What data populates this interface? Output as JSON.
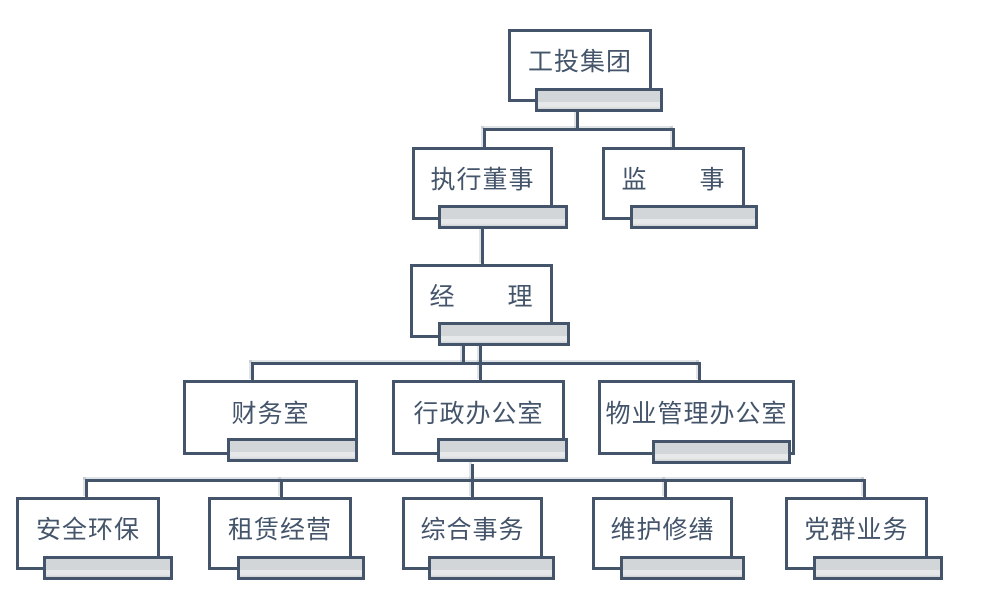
{
  "diagram": {
    "type": "org-chart",
    "colors": {
      "line": "#44546a",
      "text": "#44546a",
      "box_fill": "#ffffff",
      "bar_fill": "#d3d6d9",
      "bar_highlight": "#e7e8ea"
    },
    "nodes": [
      {
        "id": "gongtou-group",
        "label": "工投集团",
        "parent": null
      },
      {
        "id": "executive-director",
        "label": "执行董事",
        "parent": "gongtou-group"
      },
      {
        "id": "supervisor",
        "label": "监　　事",
        "parent": "gongtou-group"
      },
      {
        "id": "manager",
        "label": "经　　理",
        "parent": "executive-director"
      },
      {
        "id": "finance-office",
        "label": "财务室",
        "parent": "manager"
      },
      {
        "id": "admin-office",
        "label": "行政办公室",
        "parent": "manager"
      },
      {
        "id": "property-management-office",
        "label": "物业管理办公室",
        "parent": "manager"
      },
      {
        "id": "safety-environment",
        "label": "安全环保",
        "parent": "admin-office"
      },
      {
        "id": "leasing-operations",
        "label": "租赁经营",
        "parent": "admin-office"
      },
      {
        "id": "general-affairs",
        "label": "综合事务",
        "parent": "admin-office"
      },
      {
        "id": "maintenance-repair",
        "label": "维护修缮",
        "parent": "admin-office"
      },
      {
        "id": "party-mass-affairs",
        "label": "党群业务",
        "parent": "admin-office"
      }
    ]
  }
}
